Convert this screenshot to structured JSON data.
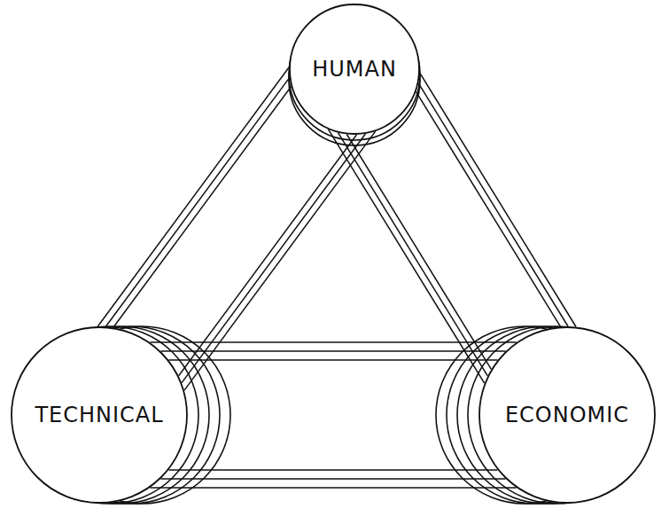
{
  "diagram": {
    "nodes": [
      {
        "text": [
          "HUMAN"
        ]
      },
      {
        "text": [
          "TECHNICAL"
        ]
      },
      {
        "text": [
          "ECONOMIC"
        ]
      }
    ],
    "edges": [
      {
        "from": 0,
        "to": 1,
        "arrow": "none"
      },
      {
        "from": 0,
        "to": 2,
        "arrow": "none"
      },
      {
        "from": 1,
        "to": 2,
        "arrow": "none"
      }
    ]
  }
}
